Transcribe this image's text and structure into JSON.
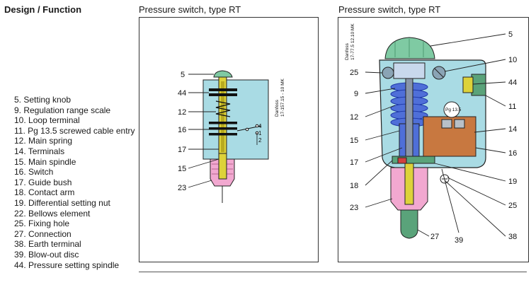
{
  "headers": {
    "design_function": "Design / Function",
    "middle": "Pressure switch, type RT",
    "right": "Pressure switch, type RT"
  },
  "legend": [
    "5. Setting knob",
    "9. Regulation range scale",
    "10. Loop terminal",
    "11. Pg 13.5 screwed cable entry",
    "12. Main spring",
    "14. Terminals",
    "15. Main spindle",
    "16. Switch",
    "17. Guide bush",
    "18. Contact arm",
    "19. Differential setting nut",
    "22. Bellows element",
    "25. Fixing hole",
    "27. Connection",
    "38. Earth terminal",
    "39. Blow-out disc",
    "44. Pressure setting spindle"
  ],
  "diagram_mid": {
    "callouts": [
      "5",
      "44",
      "12",
      "16",
      "17",
      "15",
      "23"
    ],
    "contacts": [
      "4",
      "1",
      "2"
    ],
    "vertical_text": [
      "Danfoss",
      "17-157.15 - 10 MK"
    ]
  },
  "diagram_right": {
    "callouts": [
      "5",
      "10",
      "25",
      "44",
      "9",
      "11",
      "12",
      "14",
      "15",
      "17",
      "16",
      "18",
      "19",
      "23",
      "25",
      "27",
      "39",
      "38"
    ],
    "vertical_text": [
      "Danfoss",
      "17-77.5 12.10 MK"
    ],
    "scale_text": "Pg 13.5"
  },
  "colors": {
    "housing": "#a9dbe4",
    "knob": "#7fcaa3",
    "spindle": "#ddd23a",
    "bellows": "#f2a8d0",
    "spring_blue": "#4f6fd8",
    "terminal_orange": "#c87840",
    "outline": "#222222"
  }
}
